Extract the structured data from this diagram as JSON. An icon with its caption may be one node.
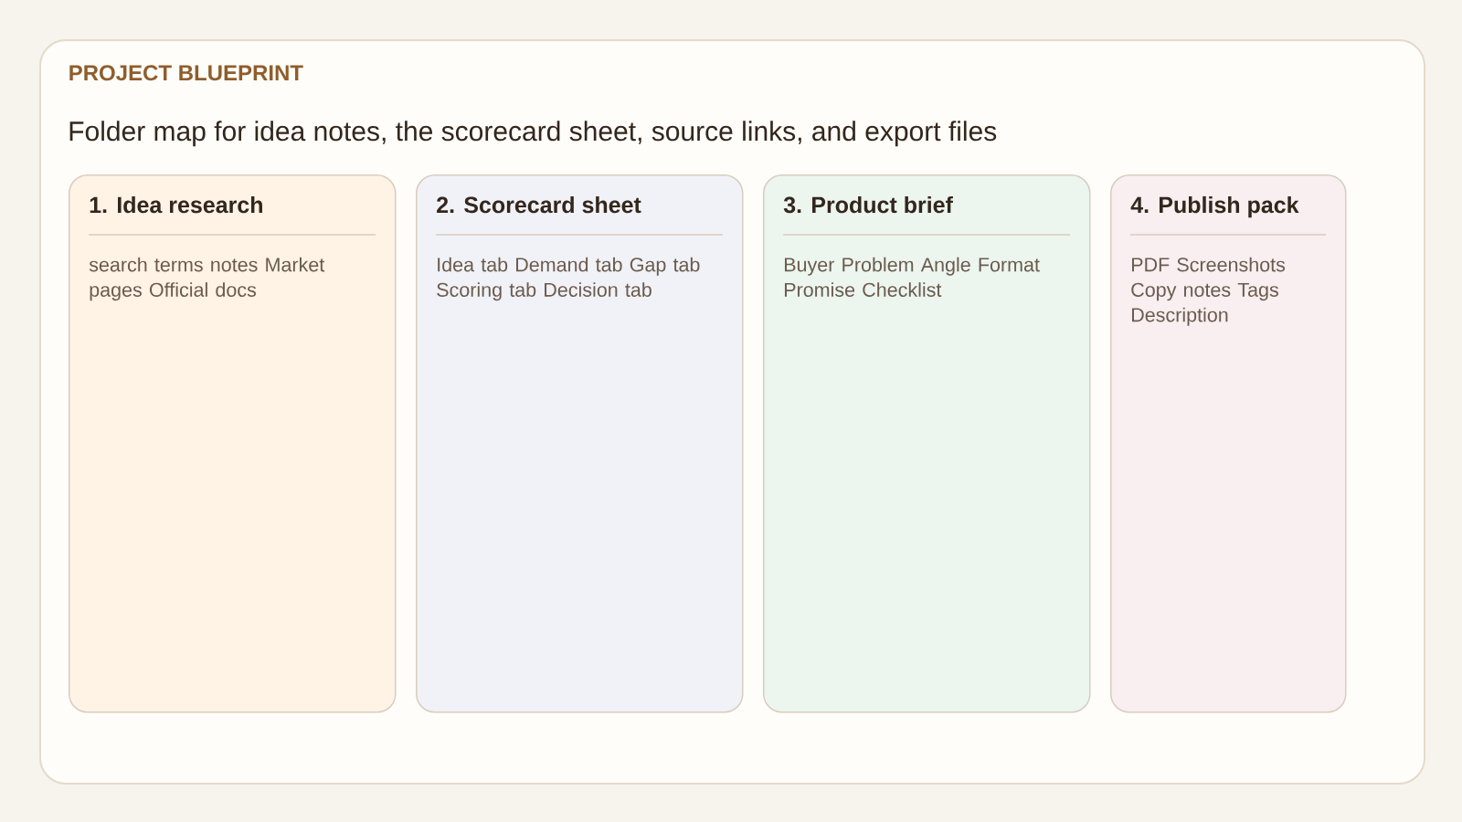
{
  "diagram": {
    "nodes": [
      {
        "text": [
          "PROJECT BLUEPRINT",
          "Folder map for idea notes, the scorecard sheet, source links, and export files"
        ]
      },
      {
        "text": [
          "1. Idea research",
          "search terms notes Market pages Official docs"
        ],
        "in": 0
      },
      {
        "text": [
          "2. Scorecard sheet",
          "Idea tab Demand tab Gap tab Scoring tab Decision tab"
        ],
        "in": 0
      },
      {
        "text": [
          "3. Product brief",
          "Buyer Problem Angle Format Promise Checklist"
        ],
        "in": 0
      },
      {
        "text": [
          "4. Publish pack",
          "PDF Screenshots Copy notes Tags Description"
        ],
        "in": 0
      }
    ]
  }
}
